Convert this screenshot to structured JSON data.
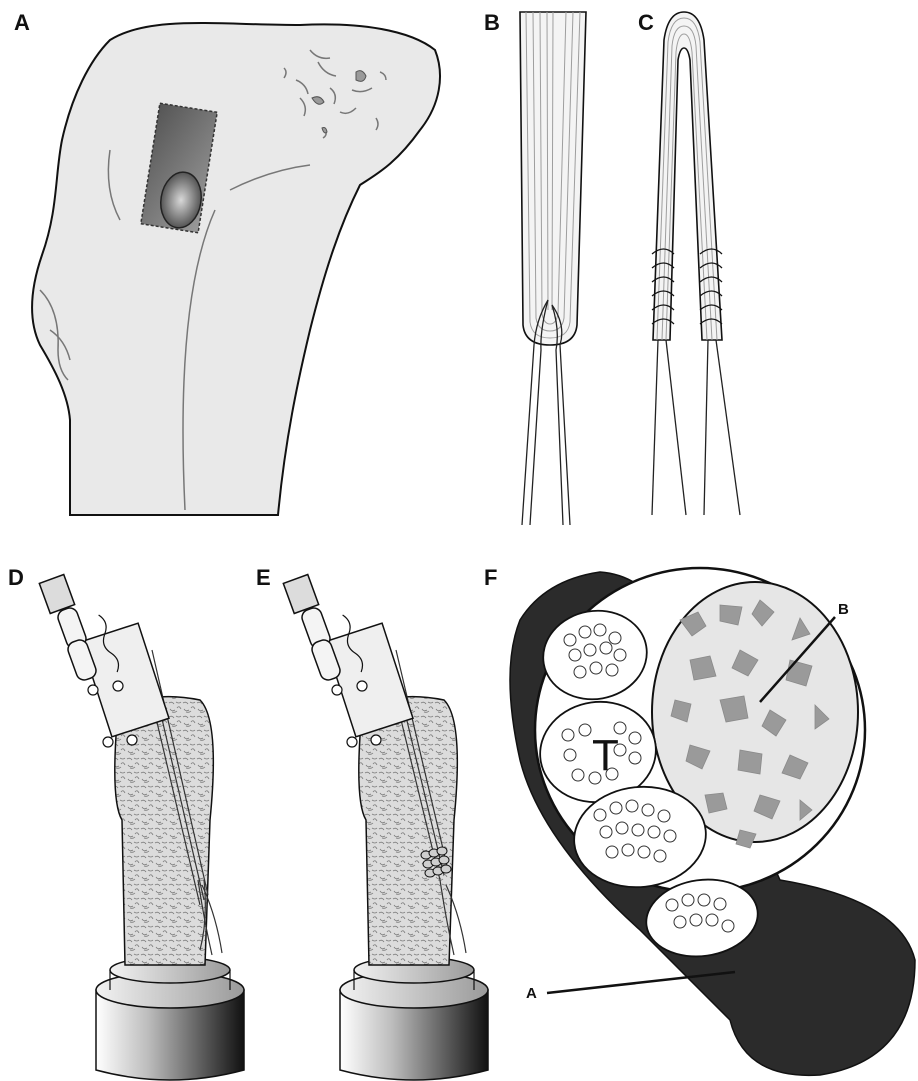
{
  "panels": {
    "a": {
      "letter": "A"
    },
    "b": {
      "letter": "B"
    },
    "c": {
      "letter": "C"
    },
    "d": {
      "letter": "D"
    },
    "e": {
      "letter": "E"
    },
    "f": {
      "letter": "F"
    }
  },
  "callouts": {
    "tendon_label": "T",
    "graft_label": "B",
    "dark_region_label": "A"
  },
  "colors": {
    "bone": "#e8e8e8",
    "outline": "#111111",
    "dark_fill": "#2b2b2b",
    "bone_chip": "#9a9a9a",
    "tendon_fiber": "#9e9e9e"
  }
}
